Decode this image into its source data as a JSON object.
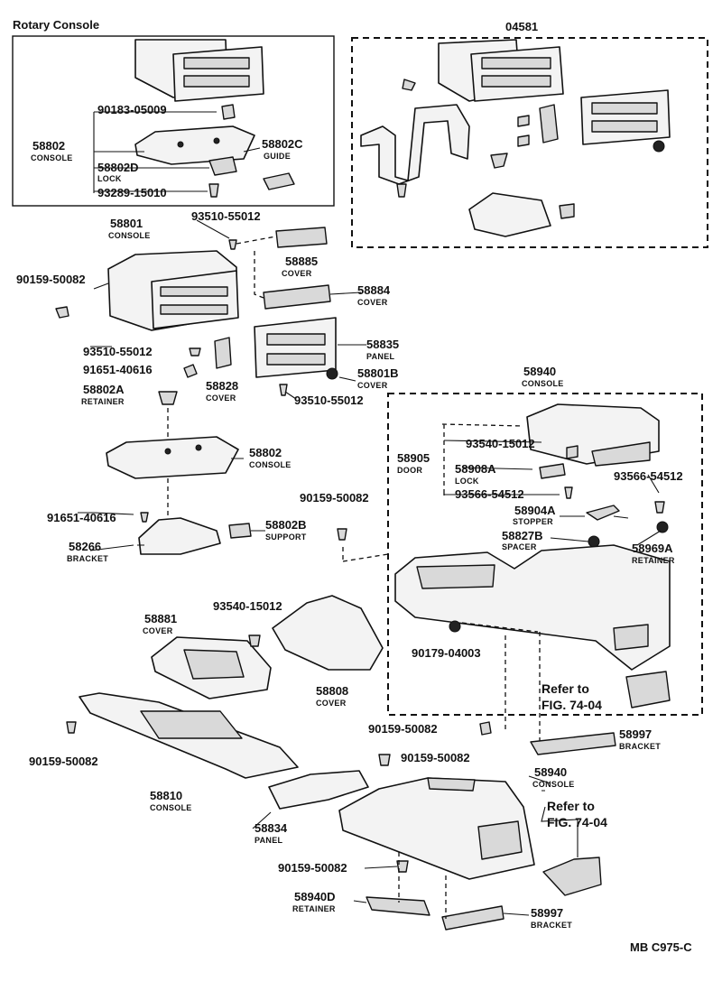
{
  "box_rotary_title": "Rotary Console",
  "box_variant_title": "04581",
  "ref_top": "Refer to",
  "ref_bottom": "FIG. 74-04",
  "footer_code": "MB C975-C",
  "labels": {
    "p90183_05009": "90183-05009",
    "p58802_rot": "58802",
    "n58802_rot": "CONSOLE",
    "p58802C": "58802C",
    "n58802C": "GUIDE",
    "p58802D": "58802D",
    "n58802D": "LOCK",
    "p93289_15010": "93289-15010",
    "p58801": "58801",
    "n58801": "CONSOLE",
    "p93510_a": "93510-55012",
    "p90159_a": "90159-50082",
    "p58885": "58885",
    "n58885": "COVER",
    "p58884": "58884",
    "n58884": "COVER",
    "p58835": "58835",
    "n58835": "PANEL",
    "p93510_b": "93510-55012",
    "p91651_a": "91651-40616",
    "p58802A": "58802A",
    "n58802A": "RETAINER",
    "p58828": "58828",
    "n58828": "COVER",
    "p58801B": "58801B",
    "n58801B": "COVER",
    "p93510_c": "93510-55012",
    "p58802": "58802",
    "n58802": "CONSOLE",
    "p91651_b": "91651-40616",
    "p58266": "58266",
    "n58266": "BRACKET",
    "p58802B": "58802B",
    "n58802B": "SUPPORT",
    "p90159_b": "90159-50082",
    "p58940_a": "58940",
    "n58940_a": "CONSOLE",
    "p93540_a": "93540-15012",
    "p58905": "58905",
    "n58905": "DOOR",
    "p58908A": "58908A",
    "n58908A": "LOCK",
    "p93566_a": "93566-54512",
    "p93566_b": "93566-54512",
    "p58904A": "58904A",
    "n58904A": "STOPPER",
    "p58827B": "58827B",
    "n58827B": "SPACER",
    "p58969A": "58969A",
    "n58969A": "RETAINER",
    "p90179": "90179-04003",
    "p58881": "58881",
    "n58881": "COVER",
    "p93540_b": "93540-15012",
    "p58808": "58808",
    "n58808": "COVER",
    "p90159_c": "90159-50082",
    "p58997_a": "58997",
    "n58997_a": "BRACKET",
    "p90159_d": "90159-50082",
    "p90159_e": "90159-50082",
    "p58810": "58810",
    "n58810": "CONSOLE",
    "p58940_b": "58940",
    "n58940_b": "CONSOLE",
    "p58834": "58834",
    "n58834": "PANEL",
    "p90159_f": "90159-50082",
    "p58940D": "58940D",
    "n58940D": "RETAINER",
    "p58997_b": "58997",
    "n58997_b": "BRACKET"
  }
}
